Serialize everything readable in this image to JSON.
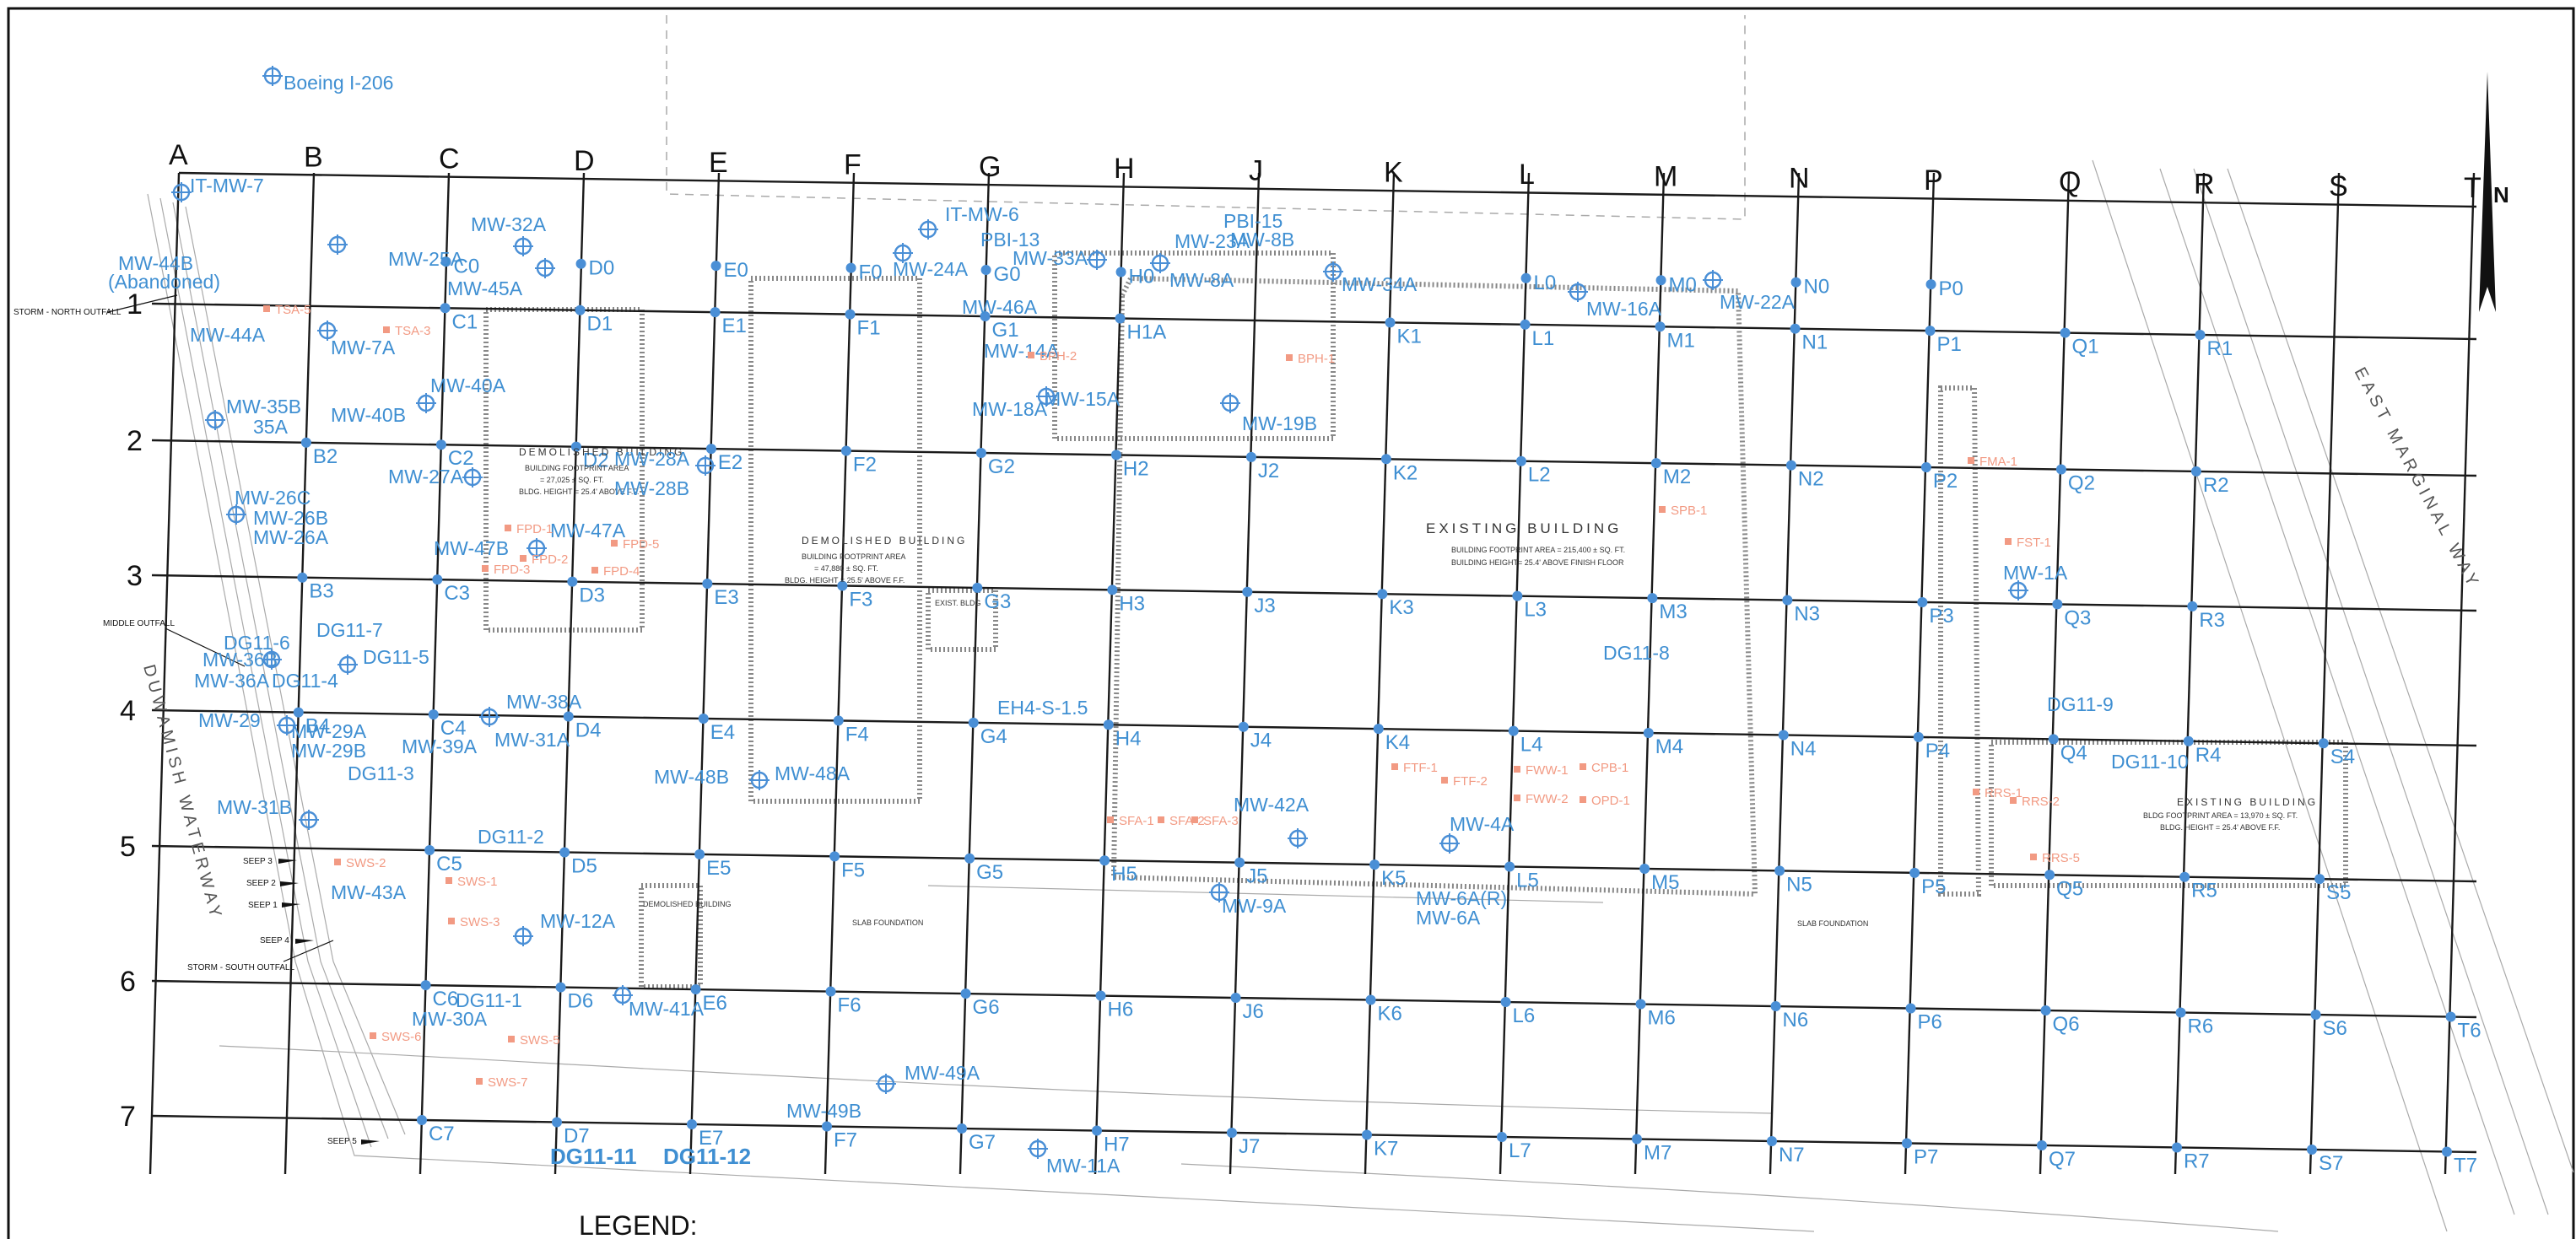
{
  "map": {
    "columns": [
      "A",
      "B",
      "C",
      "D",
      "E",
      "F",
      "G",
      "H",
      "J",
      "K",
      "L",
      "M",
      "N",
      "P",
      "Q",
      "R",
      "S",
      "T"
    ],
    "rows": [
      "1",
      "2",
      "3",
      "4",
      "5",
      "6",
      "7"
    ],
    "north_label": "N",
    "top_well": "Boeing I-206",
    "legend_title": "LEGEND:",
    "streets": {
      "east_marginal_way": "EAST MARGINAL WAY",
      "duwamish_waterway": "DUWAMISH WATERWAY"
    },
    "outfalls": {
      "north": "STORM - NORTH OUTFALL",
      "middle": "MIDDLE OUTFALL",
      "south": "STORM - SOUTH OUTFALL",
      "seep3": "SEEP 3",
      "seep2": "SEEP 2",
      "seep1": "SEEP 1",
      "seep4": "SEEP 4",
      "seep5": "SEEP 5"
    },
    "buildings": {
      "demolished_1_title": "DEMOLISHED BUILDING",
      "demolished_1_area": "BUILDING FOOTPRINT AREA",
      "demolished_1_sqft": "= 27,025 ± SQ. FT.",
      "demolished_1_height": "BLDG. HEIGHT = 25.4' ABOVE F.F.",
      "demolished_2_title": "DEMOLISHED BUILDING",
      "demolished_2_area": "BUILDING FOOTPRINT AREA",
      "demolished_2_sqft": "= 47,880 ± SQ. FT.",
      "demolished_2_height": "BLDG. HEIGHT = 25.5' ABOVE F.F.",
      "existing_main_title": "EXISTING BUILDING",
      "existing_main_area": "BUILDING FOOTPRINT AREA = 215,400 ± SQ. FT.",
      "existing_main_height": "BUILDING HEIGHT= 25.4' ABOVE FINISH FLOOR",
      "existing_east_title": "EXISTING BUILDING",
      "existing_east_area": "BLDG FOOTPRINT AREA = 13,970 ± SQ. FT.",
      "existing_east_height": "BLDG. HEIGHT = 25.4' ABOVE F.F.",
      "existing_small_title": "EXIST. BLDG",
      "slab_foundation_1": "SLAB FOUNDATION",
      "slab_foundation_2": "SLAB FOUNDATION",
      "demolished_small": "DEMOLISHED BUILDING"
    },
    "nodes": {
      "row1": [
        "C0",
        "D0",
        "E0",
        "F0",
        "G0",
        "H0",
        "L0",
        "M0",
        "N0",
        "P0"
      ],
      "row1b": [
        "C1",
        "D1",
        "E1",
        "F1",
        "G1",
        "H1A",
        "K1",
        "L1",
        "M1",
        "N1",
        "P1",
        "Q1",
        "R1"
      ],
      "row2": [
        "B2",
        "C2",
        "D2",
        "E2",
        "F2",
        "G2",
        "H2",
        "J2",
        "K2",
        "L2",
        "M2",
        "N2",
        "P2",
        "Q2",
        "R2"
      ],
      "row3": [
        "B3",
        "C3",
        "D3",
        "E3",
        "F3",
        "G3",
        "H3",
        "J3",
        "K3",
        "L3",
        "M3",
        "N3",
        "P3",
        "Q3",
        "R3"
      ],
      "row4": [
        "B4",
        "C4",
        "D4",
        "E4",
        "F4",
        "G4",
        "H4",
        "J4",
        "K4",
        "L4",
        "M4",
        "N4",
        "P4",
        "Q4",
        "R4",
        "S4"
      ],
      "row5": [
        "C5",
        "D5",
        "E5",
        "F5",
        "G5",
        "H5",
        "J5",
        "K5",
        "L5",
        "M5",
        "N5",
        "P5",
        "Q5",
        "R5",
        "S5"
      ],
      "row6": [
        "C6",
        "D6",
        "E6",
        "F6",
        "G6",
        "H6",
        "J6",
        "K6",
        "L6",
        "M6",
        "N6",
        "P6",
        "Q6",
        "R6",
        "S6",
        "T6"
      ],
      "row7": [
        "C7",
        "D7",
        "E7",
        "F7",
        "G7",
        "H7",
        "J7",
        "K7",
        "L7",
        "M7",
        "N7",
        "P7",
        "Q7",
        "R7",
        "S7",
        "T7"
      ]
    },
    "wells": {
      "it_mw_7": "IT-MW-7",
      "mw_44b": "MW-44B",
      "abandoned": "(Abandoned)",
      "mw_44a": "MW-44A",
      "mw_25a": "MW-25A",
      "mw_32a": "MW-32A",
      "mw_45a": "MW-45A",
      "mw_7a": "MW-7A",
      "mw_40a": "MW-40A",
      "mw_40b": "MW-40B",
      "mw_35b": "MW-35B",
      "mw_35a": "35A",
      "mw_27a": "MW-27A",
      "mw_28a": "MW-28A",
      "mw_28b": "MW-28B",
      "mw_26c": "MW-26C",
      "mw_26b": "MW-26B",
      "mw_26a": "MW-26A",
      "mw_47b": "MW-47B",
      "mw_47a": "MW-47A",
      "dg11_6": "DG11-6",
      "dg11_7": "DG11-7",
      "dg11_5": "DG11-5",
      "mw_36b": "MW-36B",
      "mw_36a": "MW-36A",
      "dg11_4": "DG11-4",
      "mw_38a": "MW-38A",
      "mw_29a_label": "MW-29",
      "mw_29a": "MW-29A",
      "mw_29b": "MW-29B",
      "mw_39a": "MW-39A",
      "mw_31a": "MW-31A",
      "dg11_3": "DG11-3",
      "mw_31b": "MW-31B",
      "dg11_2": "DG11-2",
      "mw_43a": "MW-43A",
      "mw_12a": "MW-12A",
      "dg11_1": "DG11-1",
      "mw_41a": "MW-41A",
      "mw_30a": "MW-30A",
      "dg11_11": "DG11-11",
      "dg11_12": "DG11-12",
      "mw_48b": "MW-48B",
      "mw_48a": "MW-48A",
      "mw_49b": "MW-49B",
      "mw_49a": "MW-49A",
      "mw_11a": "MW-11A",
      "it_mw_6": "IT-MW-6",
      "pbi_13": "PBI-13",
      "pbi_15": "PBI-15",
      "mw_24a": "MW-24A",
      "mw_33a": "MW-33A",
      "mw_23a": "MW-23A",
      "mw_8b": "MW-8B",
      "mw_8a": "MW-8A",
      "mw_34a": "MW-34A",
      "mw_46a": "MW-46A",
      "mw_14a": "MW-14A",
      "mw_15a": "MW-15A",
      "mw_18a": "MW-18A",
      "mw_19b": "MW-19B",
      "mw_16a": "MW-16A",
      "mw_22a": "MW-22A",
      "eh4_s_1_5": "EH4-S-1.5",
      "mw_42a": "MW-42A",
      "mw_9a": "MW-9A",
      "mw_4a": "MW-4A",
      "mw_6a_r": "MW-6A(R)",
      "mw_6a": "MW-6A",
      "dg11_8": "DG11-8",
      "mw_1a": "MW-1A",
      "dg11_9": "DG11-9",
      "dg11_10": "DG11-10"
    },
    "samples": {
      "tsa_3": "TSA-3",
      "tsa_5": "TSA-5",
      "fpd_1": "FPD-1",
      "fpd_2": "FPD-2",
      "fpd_3": "FPD-3",
      "fpd_4": "FPD-4",
      "fpd_5": "FPD-5",
      "spb_1": "SPB-1",
      "fma_1": "FMA-1",
      "fst_1": "FST-1",
      "ftf_1": "FTF-1",
      "ftf_2": "FTF-2",
      "fww_1": "FWW-1",
      "fww_2": "FWW-2",
      "cpb_1": "CPB-1",
      "opd_1": "OPD-1",
      "sfa_1": "SFA-1",
      "sfa_2": "SFA-2",
      "sfa_3": "SFA-3",
      "rrs_1": "RRS-1",
      "rrs_2": "RRS-2",
      "rrs_5": "RRS-5",
      "sws_1": "SWS-1",
      "sws_2": "SWS-2",
      "sws_3": "SWS-3",
      "sws_5": "SWS-5",
      "sws_6": "SWS-6",
      "sws_7": "SWS-7",
      "bph_1": "BPH-1",
      "bph_2": "BPH-2"
    }
  }
}
